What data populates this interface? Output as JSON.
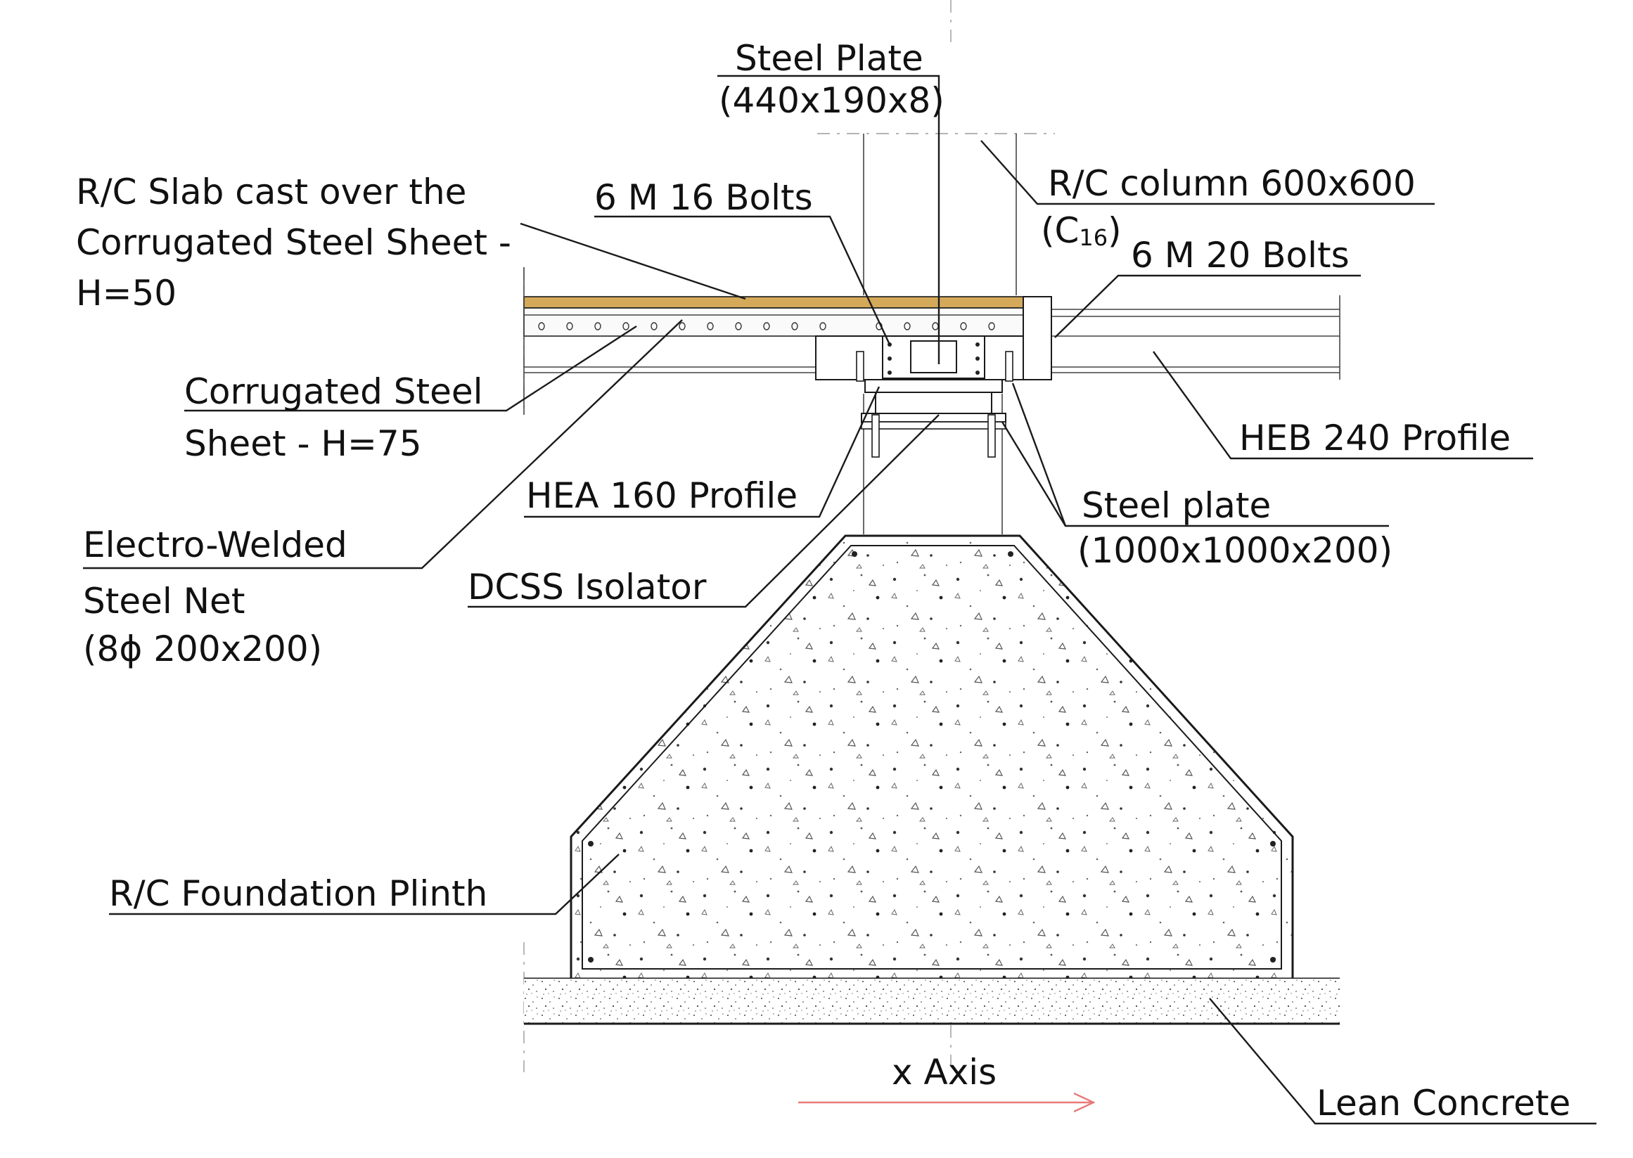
{
  "labels": {
    "steel_plate_top": "Steel Plate",
    "steel_plate_top_dims": "(440x190x8)",
    "rc_column": "R/C column 600x600",
    "rc_column_class": "(C",
    "rc_column_class_sub": "16",
    "rc_column_class_close": ")",
    "bolts_m16": "6 M 16 Bolts",
    "bolts_m20": "6 M 20 Bolts",
    "rc_slab_line1": "R/C Slab cast over the",
    "rc_slab_line2": "Corrugated Steel Sheet -",
    "rc_slab_line3": "H=50",
    "corrugated_line1": "Corrugated Steel",
    "corrugated_line2": "Sheet - H=75",
    "heb_profile": "HEB 240 Profile",
    "hea_profile": "HEA 160 Profile",
    "steel_plate_base": "Steel plate",
    "steel_plate_base_dims": "(1000x1000x200)",
    "electro_line1": "Electro-Welded",
    "electro_line2": "Steel Net",
    "electro_line3": "(8ϕ 200x200)",
    "dcss_isolator": "DCSS Isolator",
    "foundation_plinth": "R/C Foundation Plinth",
    "x_axis": "x Axis",
    "lean_concrete": "Lean Concrete"
  },
  "colors": {
    "slab_top": "#d4a95a",
    "axis_arrow": "#e87a7a",
    "line": "#1a1a1a"
  }
}
